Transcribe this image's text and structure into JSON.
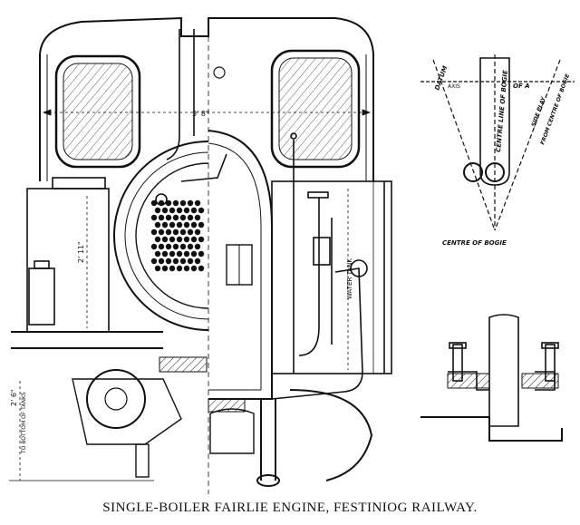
{
  "caption": "SINGLE-BOILER FAIRLIE ENGINE, FESTINIOG RAILWAY.",
  "labels": {
    "width_dim": "3' 8\"",
    "height_upper": "2' 11\"",
    "height_lower": "2' 6\"",
    "to_bottom_of_tanks": "TO BOTTOM OF TANKS",
    "water_tank": "WATER TANK",
    "datum": "DATUM",
    "axis": "AXIS",
    "of_a": "OF A",
    "centre_line": "CENTRE LINE OF BOGIE",
    "side_play": "SIDE PLAY",
    "from_centre": "FROM CENTRE OF BOGIE",
    "centre_of_bogie": "CENTRE OF BOGIE"
  },
  "colors": {
    "ink": "#111111",
    "paper": "#ffffff"
  }
}
